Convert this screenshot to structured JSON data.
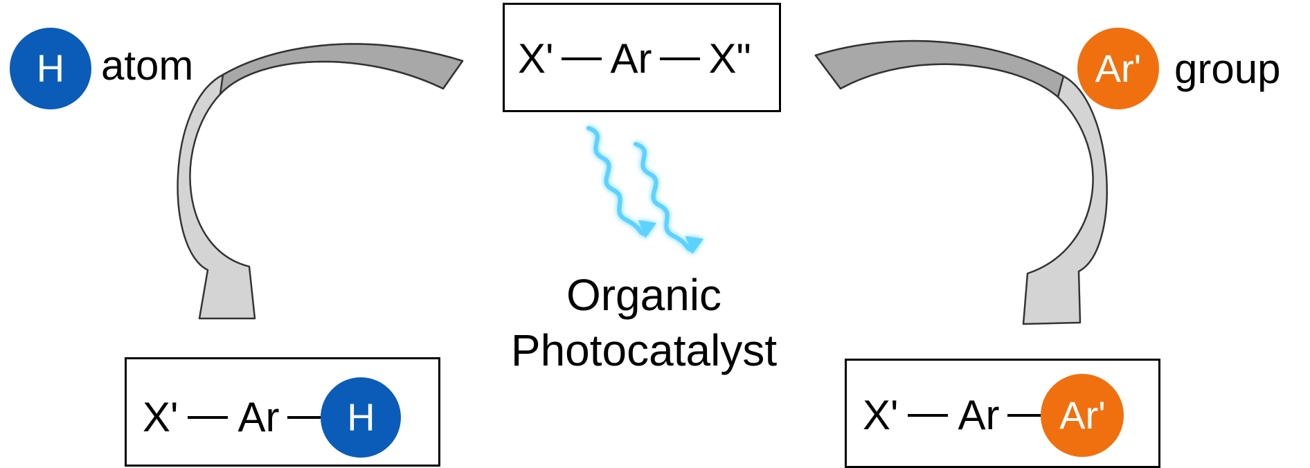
{
  "colors": {
    "hydrogen": "#0a5cb8",
    "aryl": "#f07010",
    "light": "#5cd2ff",
    "arrow_fill": "#d4d4d4",
    "arrow_stroke": "#333333"
  },
  "substrate": {
    "x_left": "X'",
    "core": "Ar",
    "x_right": "X\""
  },
  "h_source": {
    "badge": "H",
    "label": "atom"
  },
  "ar_source": {
    "badge": "Ar'",
    "label": "group"
  },
  "product_h": {
    "x_left": "X'",
    "core": "Ar",
    "badge": "H"
  },
  "product_ar": {
    "x_left": "X'",
    "core": "Ar",
    "badge": "Ar'"
  },
  "catalyst": {
    "line1": "Organic",
    "line2": "Photocatalyst"
  }
}
